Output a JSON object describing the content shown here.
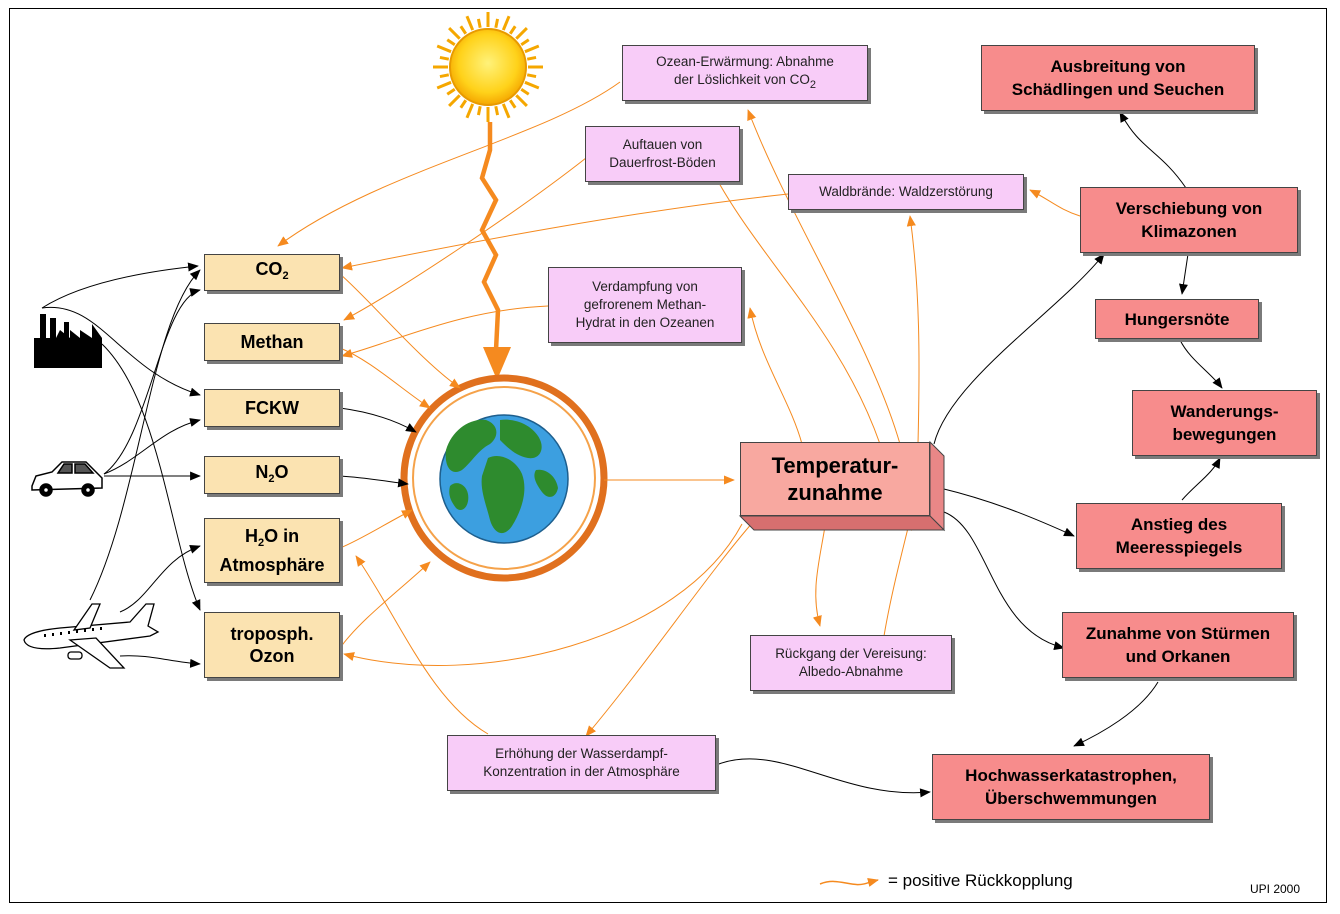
{
  "sources": {
    "co2": {
      "label": "CO",
      "sub": "2"
    },
    "methan": "Methan",
    "fckw": "FCKW",
    "n2o": {
      "pre": "N",
      "sub": "2",
      "post": "O"
    },
    "h2o": {
      "pre": "H",
      "sub": "2",
      "post": "O in\nAtmosphäre"
    },
    "ozon": "troposph.\nOzon"
  },
  "feedbacks": {
    "ozean": {
      "line1": "Ozean-Erwärmung: Abnahme",
      "line2": "der Löslichkeit von CO",
      "sub": "2"
    },
    "auftauen": "Auftauen von\nDauerfrost-Böden",
    "waldbraende": "Waldbrände: Waldzerstörung",
    "verdampfung": "Verdampfung von\ngefrorenem Methan-\nHydrat in den Ozeanen",
    "rueckgang": "Rückgang der Vereisung:\nAlbedo-Abnahme",
    "wasserdampf": "Erhöhung der Wasserdampf-\nKonzentration in der Atmosphäre"
  },
  "center": {
    "temperatur": "Temperatur-\nzunahme"
  },
  "effects": {
    "schaedlinge": "Ausbreitung von\nSchädlingen und Seuchen",
    "klimazonen": "Verschiebung von\nKlimazonen",
    "hunger": "Hungersnöte",
    "wanderung": "Wanderungs-\nbewegungen",
    "meeresspiegel": "Anstieg des\nMeeresspiegels",
    "stuerme": "Zunahme von Stürmen\nund Orkanen",
    "hochwasser": "Hochwasserkatastrophen,\nÜberschwemmungen"
  },
  "legend": "= positive Rückkopplung",
  "credit": "UPI 2000",
  "icons": [
    "sun-icon",
    "earth-icon",
    "factory-icon",
    "car-icon",
    "airplane-icon"
  ],
  "colors": {
    "orange_arrow": "#f58a1f",
    "source_fill": "#fbe3b1",
    "feedback_fill": "#f8ccf8",
    "effect_fill": "#f78c8c",
    "ocean": "#3c9fe0",
    "land": "#2e8b2e",
    "sun": "#ffd21a"
  }
}
